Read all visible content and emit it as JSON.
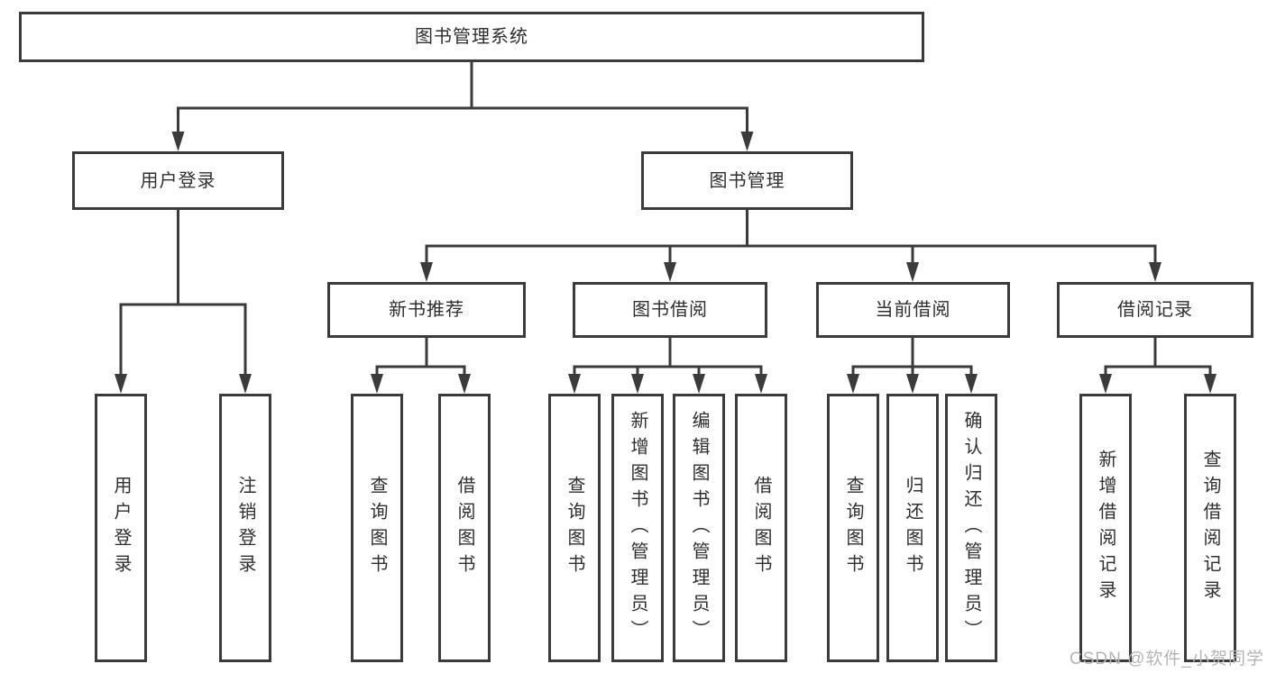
{
  "diagram_type": "hierarchy",
  "nodes": {
    "root": {
      "label": "图书管理系统"
    },
    "user_login": {
      "label": "用户登录"
    },
    "book_management": {
      "label": "图书管理"
    },
    "new_book_recommend": {
      "label": "新书推荐"
    },
    "book_borrow": {
      "label": "图书借阅"
    },
    "current_borrow": {
      "label": "当前借阅"
    },
    "borrow_records": {
      "label": "借阅记录"
    },
    "leaf_user_login": {
      "label": "用户登录"
    },
    "leaf_logout": {
      "label": "注销登录"
    },
    "leaf_nb_query_books": {
      "label": "查询图书"
    },
    "leaf_nb_borrow_books": {
      "label": "借阅图书"
    },
    "leaf_bb_query_books": {
      "label": "查询图书"
    },
    "leaf_bb_add_books": {
      "label": "新增图书（管理员）"
    },
    "leaf_bb_edit_books": {
      "label": "编辑图书（管理员）"
    },
    "leaf_bb_borrow_books": {
      "label": "借阅图书"
    },
    "leaf_cb_query_books": {
      "label": "查询图书"
    },
    "leaf_cb_return_books": {
      "label": "归还图书"
    },
    "leaf_cb_confirm_return": {
      "label": "确认归还（管理员）"
    },
    "leaf_br_add_record": {
      "label": "新增借阅记录"
    },
    "leaf_br_query_record": {
      "label": "查询借阅记录"
    }
  },
  "hierarchy": {
    "root": "图书管理系统",
    "children": [
      {
        "label": "用户登录",
        "children": [
          "用户登录",
          "注销登录"
        ]
      },
      {
        "label": "图书管理",
        "children": [
          {
            "label": "新书推荐",
            "children": [
              "查询图书",
              "借阅图书"
            ]
          },
          {
            "label": "图书借阅",
            "children": [
              "查询图书",
              "新增图书（管理员）",
              "编辑图书（管理员）",
              "借阅图书"
            ]
          },
          {
            "label": "当前借阅",
            "children": [
              "查询图书",
              "归还图书",
              "确认归还（管理员）"
            ]
          },
          {
            "label": "借阅记录",
            "children": [
              "新增借阅记录",
              "查询借阅记录"
            ]
          }
        ]
      }
    ]
  },
  "watermark": "CSDN @软件_小贺同学",
  "colors": {
    "line": "#3b3b3b",
    "box_border": "#3b3b3b",
    "text": "#2f2f2f",
    "watermark": "#b5b5b5",
    "background": "#ffffff"
  }
}
